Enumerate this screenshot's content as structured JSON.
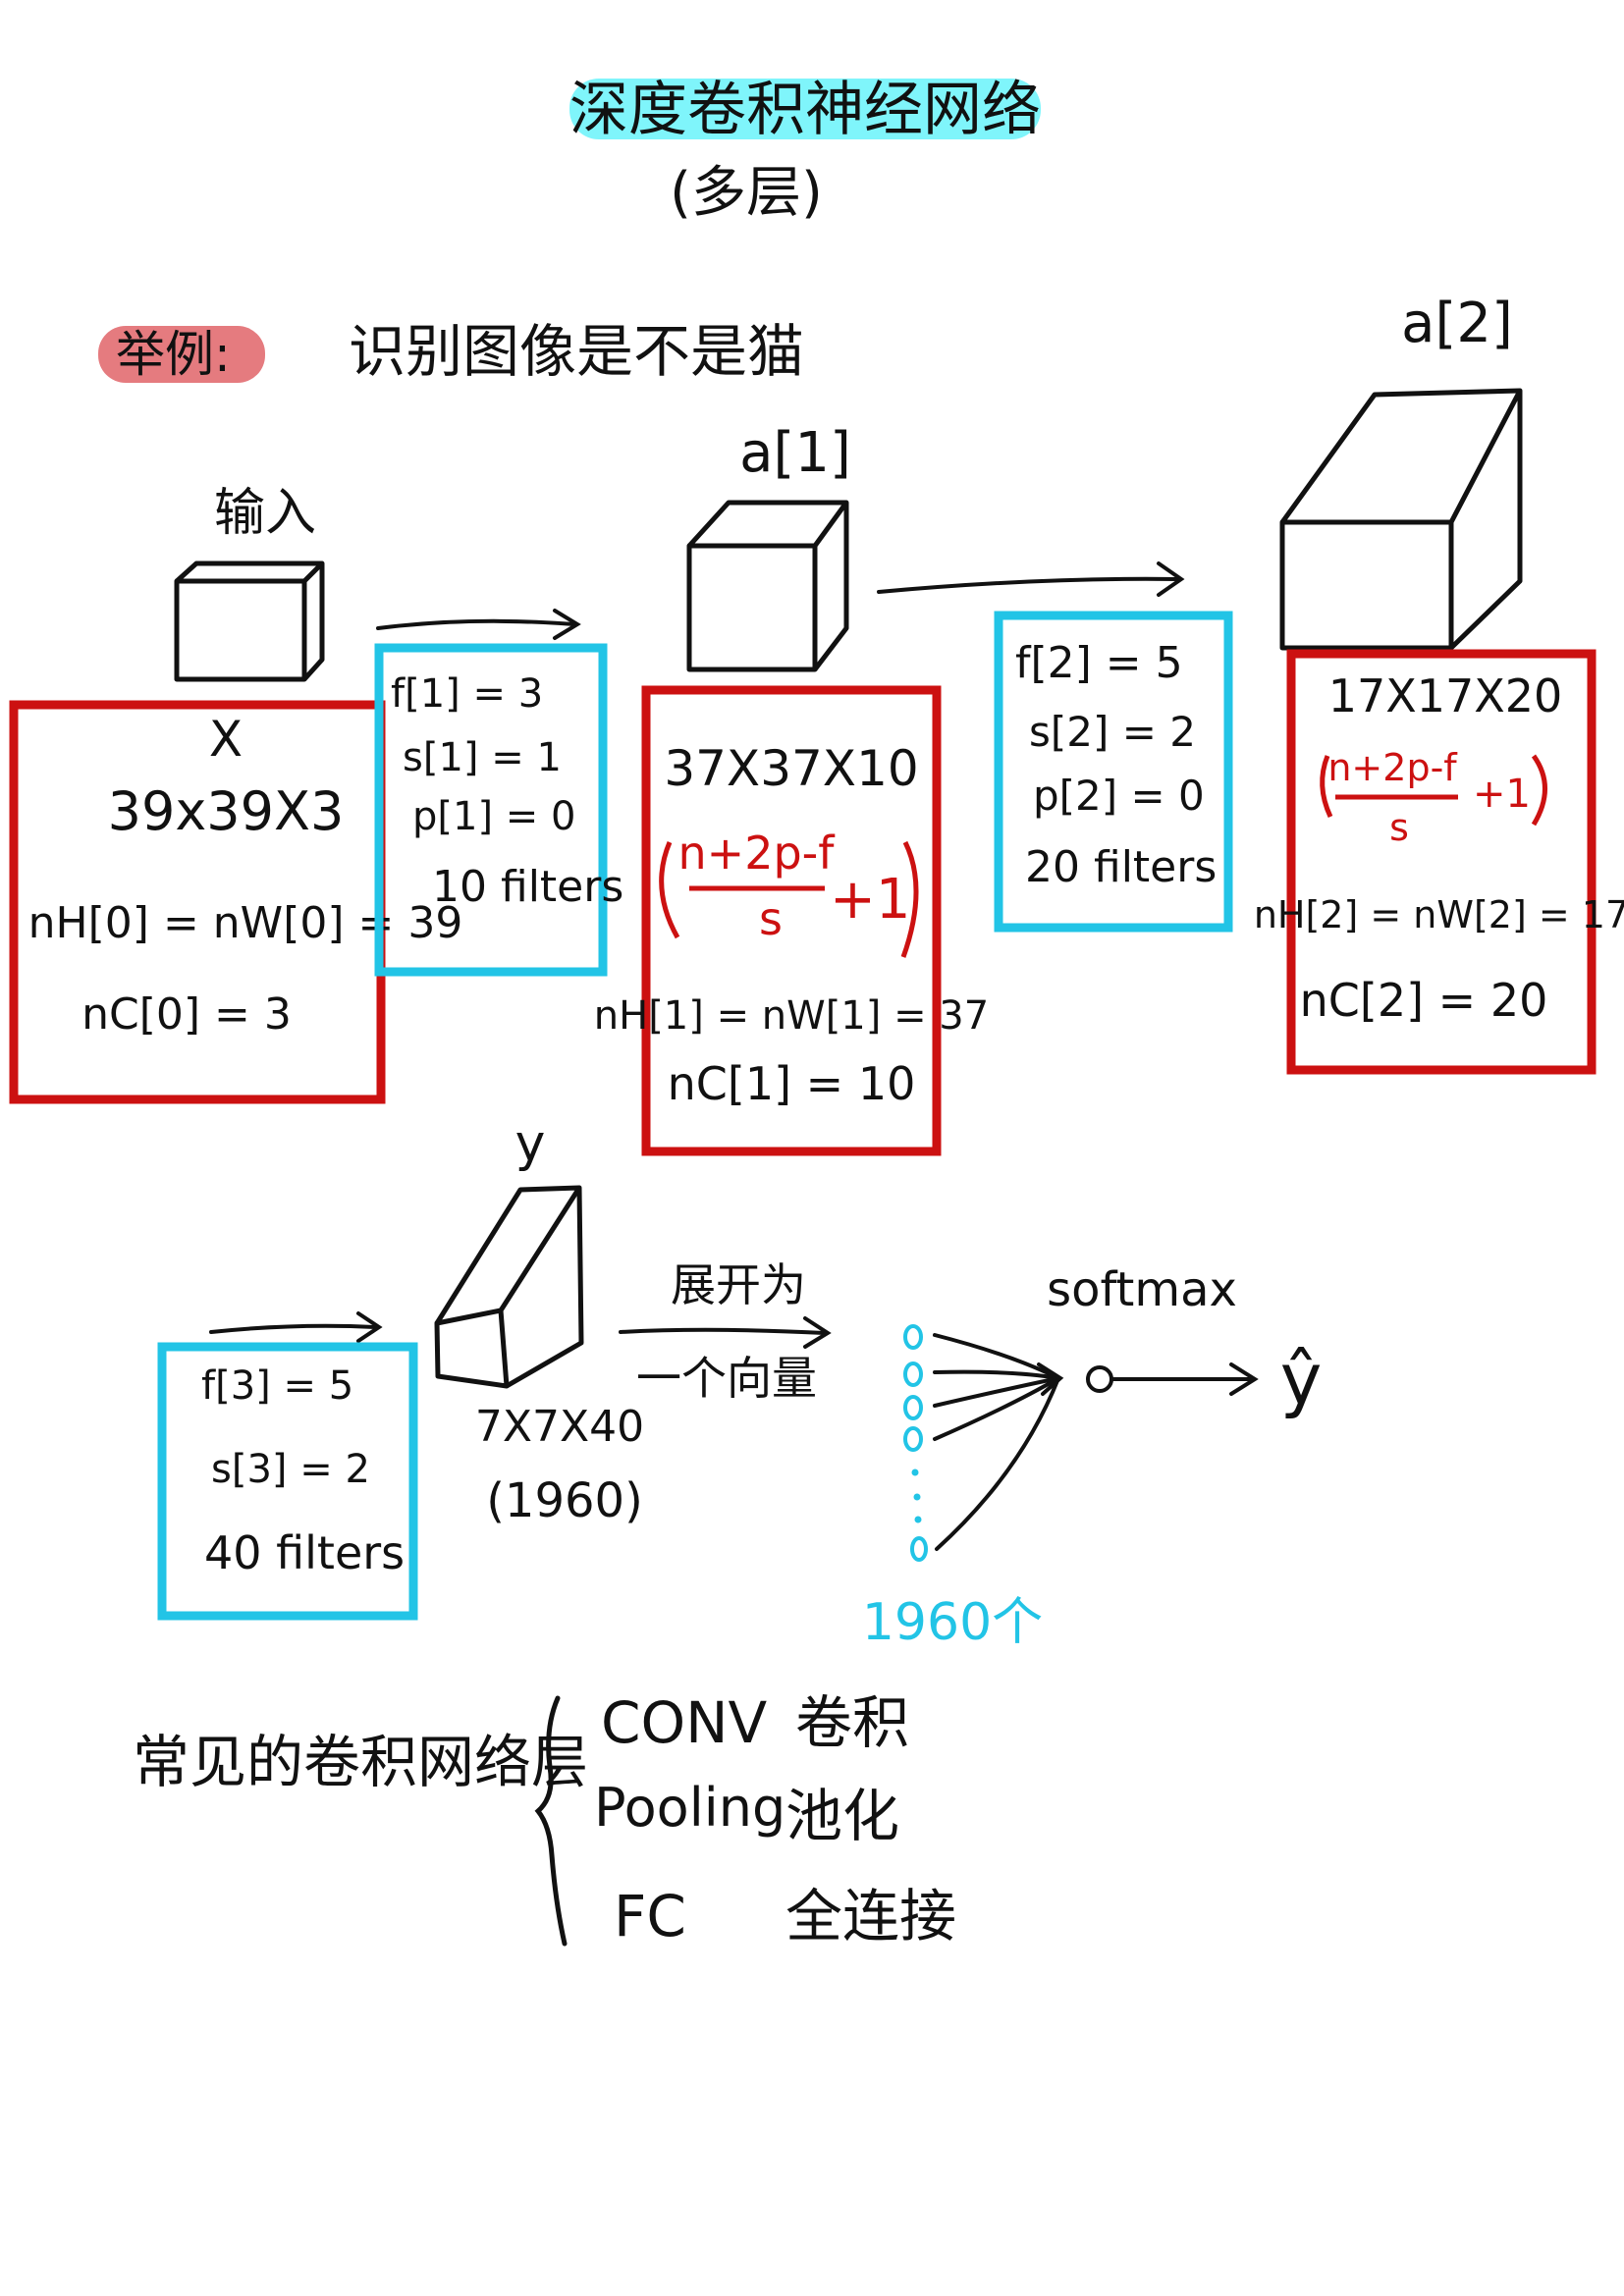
{
  "title": {
    "main": "深度卷积神经网络",
    "sub": "(多层)",
    "highlight_color": "#7ff5fb"
  },
  "example": {
    "tag": "举例:",
    "tag_color": "#e57b7f",
    "text": "识别图像是不是猫"
  },
  "colors": {
    "red_box": "#cc1111",
    "blue_box": "#22c4e6",
    "red_formula": "#cc1111",
    "blue_text": "#22c4e6",
    "ink": "#111111"
  },
  "input": {
    "label": "输入",
    "var": "X",
    "dims": "39x39X3",
    "nh_nw": "nH[0] = nW[0] = 39",
    "nc": "nC[0] = 3"
  },
  "layer1_params": {
    "f": "f[1] = 3",
    "s": "s[1] = 1",
    "p": "p[1] = 0",
    "filters": "10 filters"
  },
  "a1": {
    "label": "a[1]",
    "dims": "37X37X10",
    "formula_num": "n+2p-f",
    "formula_den": "s",
    "formula_plus": "+1",
    "nh_nw": "nH[1] = nW[1] = 37",
    "nc": "nC[1] = 10"
  },
  "layer2_params": {
    "f": "f[2] = 5",
    "s": "s[2] = 2",
    "p": "p[2] = 0",
    "filters": "20 filters"
  },
  "a2": {
    "label": "a[2]",
    "dims": "17X17X20",
    "formula_num": "n+2p-f",
    "formula_den": "s",
    "formula_plus": "+1",
    "nh_nw": "nH[2] = nW[2] = 17",
    "nc": "nC[2] = 20"
  },
  "layer3_params": {
    "f": "f[3] = 5",
    "s": "s[3] = 2",
    "filters": "40 filters"
  },
  "a3": {
    "label": "y",
    "dims": "7X7X40",
    "count": "(1960)"
  },
  "flatten": {
    "top": "展开为",
    "bottom": "一个向量"
  },
  "vector": {
    "count_label": "1960个"
  },
  "softmax": {
    "label": "softmax",
    "output": "ŷ"
  },
  "layer_types": {
    "heading": "常见的卷积网络层",
    "items": [
      {
        "abbr": "CONV",
        "name": "卷积"
      },
      {
        "abbr": "Pooling",
        "name": "池化"
      },
      {
        "abbr": "FC",
        "name": "全连接"
      }
    ]
  }
}
